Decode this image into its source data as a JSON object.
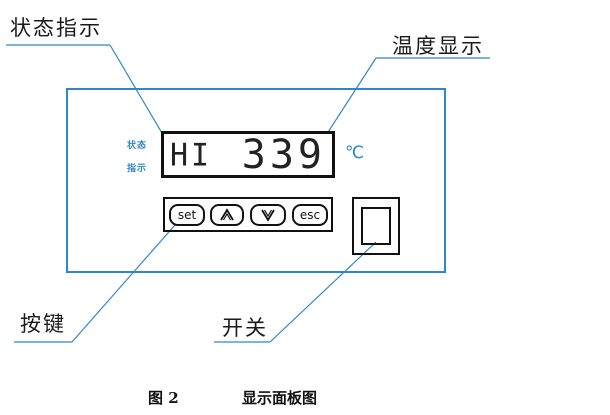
{
  "callouts": {
    "status_indicator": "状态指示",
    "temperature_display": "温度显示",
    "buttons": "按键",
    "switch": "开关"
  },
  "panel": {
    "status_label_line1": "状态",
    "status_label_line2": "指示",
    "lcd_status_text": "HI",
    "lcd_temperature_value": "339",
    "temperature_unit": "℃",
    "keys": {
      "set": "set",
      "up_icon": "up-arrow-icon",
      "down_icon": "down-arrow-icon",
      "esc": "esc"
    }
  },
  "caption": {
    "figure_number": "图 2",
    "figure_title": "显示面板图"
  },
  "colors": {
    "panel_border": "#2f86c8",
    "leader_lines": "#2f86c8",
    "ink": "#111111"
  }
}
